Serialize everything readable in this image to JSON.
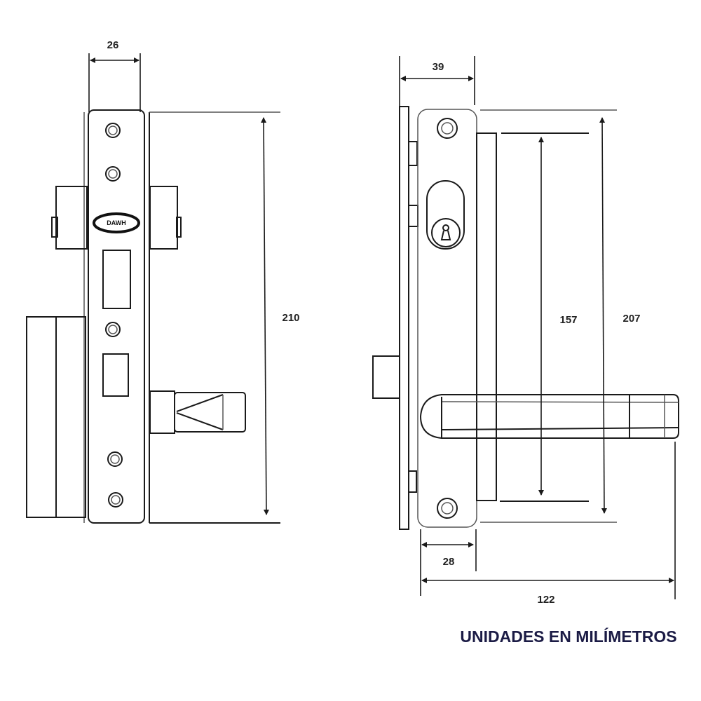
{
  "diagram": {
    "units_note": "UNIDADES EN MILÍMETROS",
    "left_view": {
      "logo_text": "DAWH",
      "dimensions": {
        "width": "26",
        "height": "210"
      }
    },
    "right_view": {
      "dimensions": {
        "width_top": "39",
        "inner_height": "157",
        "height": "207",
        "faceplate_width": "28",
        "lever_length": "122"
      }
    },
    "line_color": "#1a1a1a",
    "title_color": "#1b1b45"
  }
}
